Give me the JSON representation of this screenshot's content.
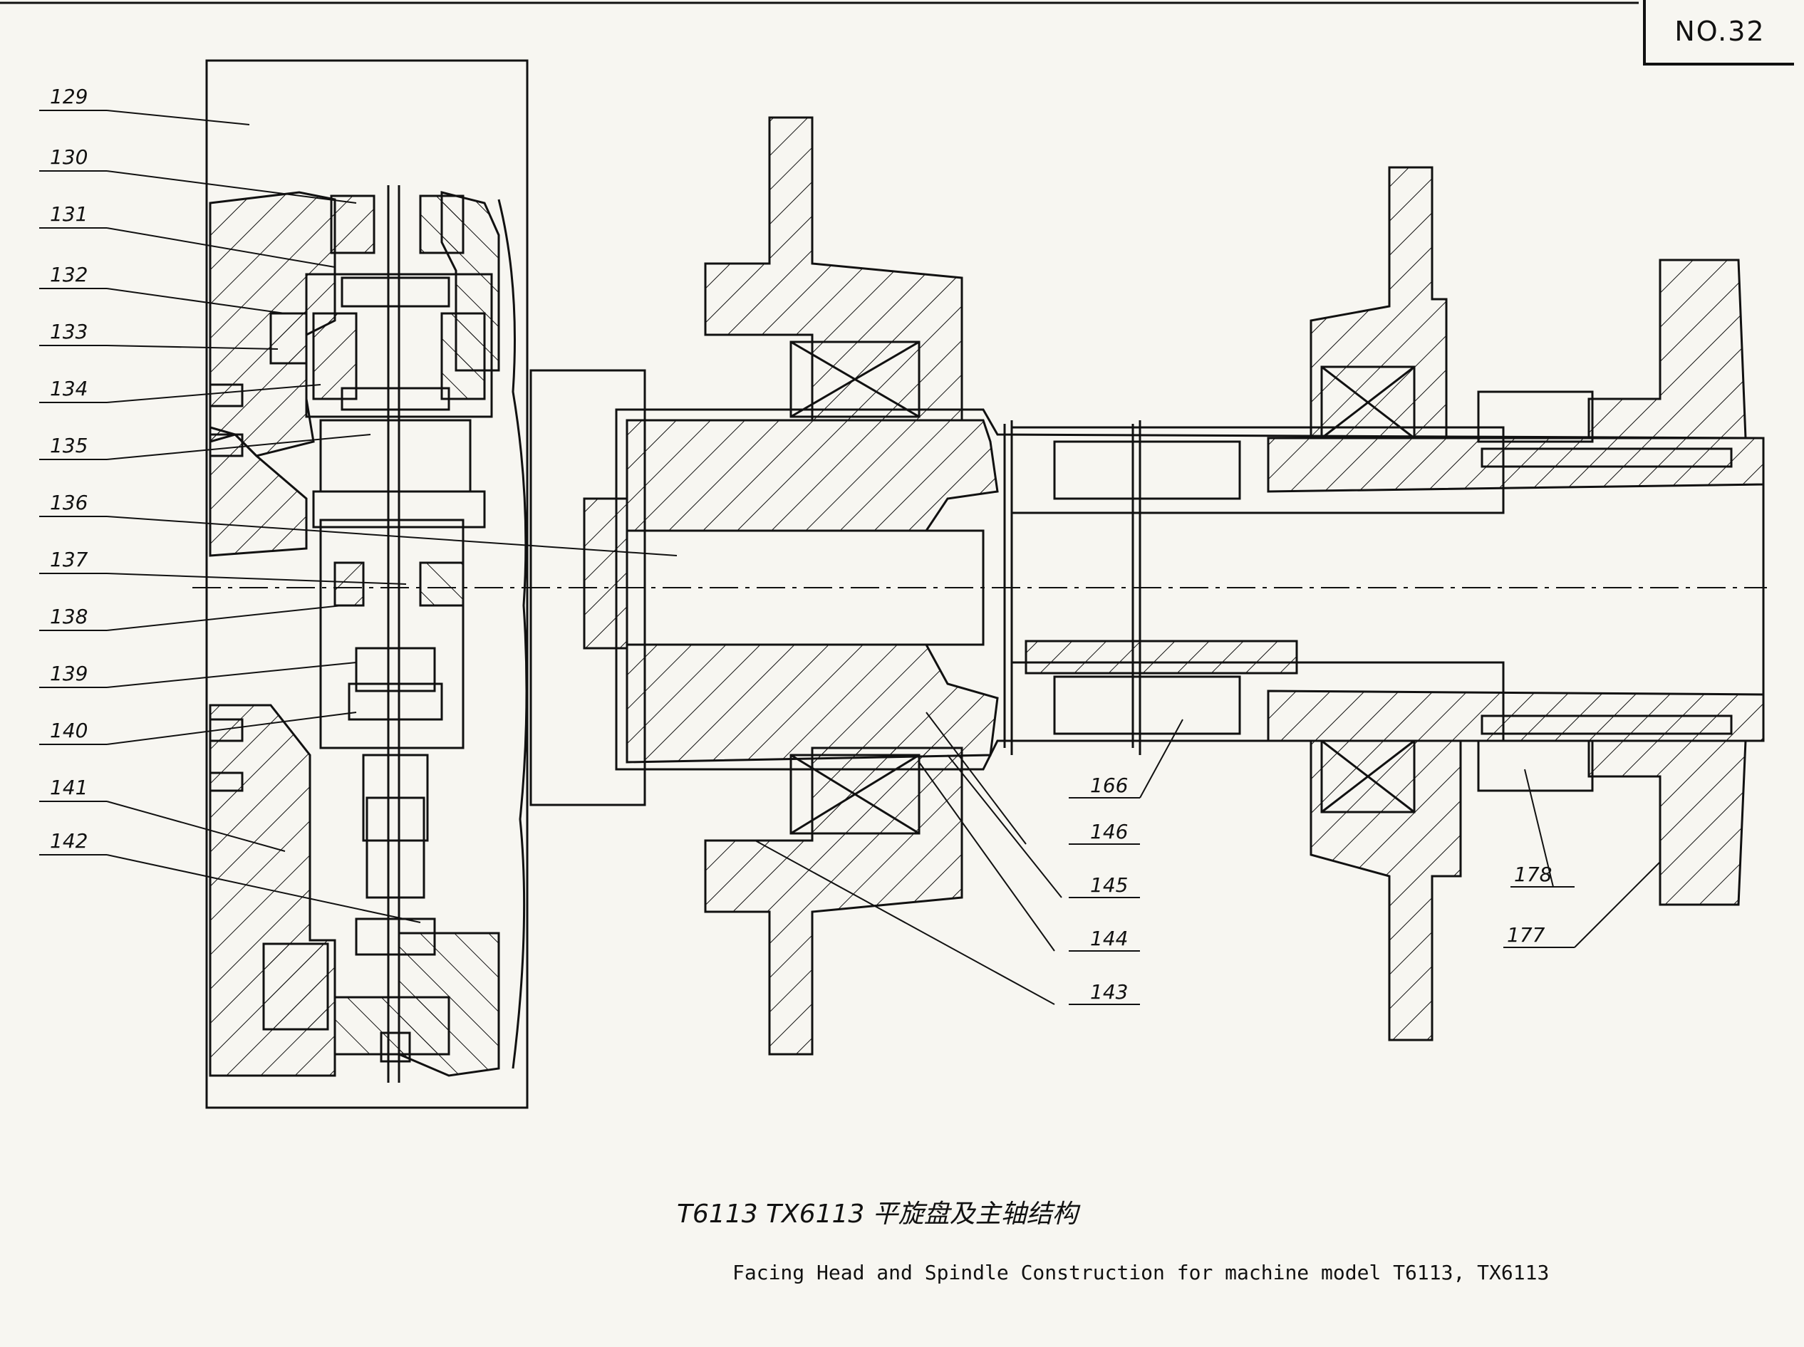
{
  "page_number": "NO.32",
  "caption": {
    "chinese": "T6113    TX6113 平旋盘及主轴结构",
    "english": "Facing Head and Spindle Construction for machine model T6113, TX6113"
  },
  "part_labels": {
    "p129": "129",
    "p130": "130",
    "p131": "131",
    "p132": "132",
    "p133": "133",
    "p134": "134",
    "p135": "135",
    "p136": "136",
    "p137": "137",
    "p138": "138",
    "p139": "139",
    "p140": "140",
    "p141": "141",
    "p142": "142",
    "p166": "166",
    "p146": "146",
    "p145": "145",
    "p144": "144",
    "p143": "143",
    "p178": "178",
    "p177": "177"
  },
  "colors": {
    "ink": "#111111",
    "paper": "#f7f6f1"
  }
}
